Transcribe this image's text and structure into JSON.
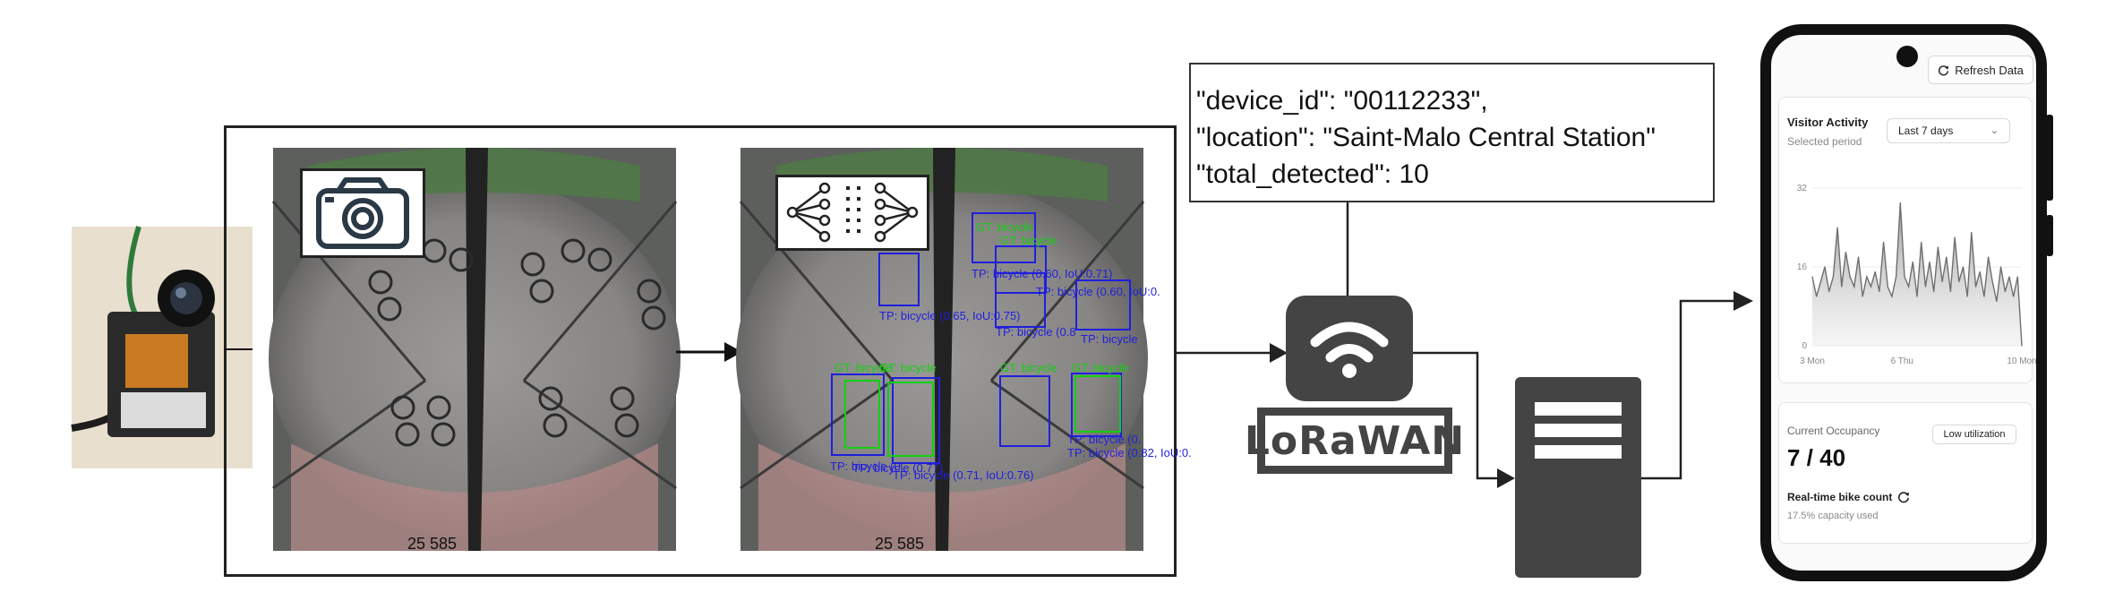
{
  "payload": {
    "lines": [
      "\"device_id\": \"00112233\",",
      "\"location\": \"Saint-Malo Central Station\"",
      "\"total_detected\": 10"
    ]
  },
  "raw_image": {
    "plate_text": "25 585"
  },
  "detection_image": {
    "plate_text": "25 585",
    "gt_labels": [
      "GT: bicycle",
      "GT: bicycle",
      "GT: bicycle",
      "GT: bicycle",
      "GT: bicycle",
      "GT: bicycle"
    ],
    "tp_labels": [
      "TP: bicycle (0.65, IoU:0.75)",
      "TP: bicycle (0.60, IoU:0.71)",
      "TP: bicycle (0.60, IoU:0.",
      "TP: bicycle (0.8",
      "TP: bicycle",
      "TP: bicycle (0.82, IoU:0.",
      "TP: bicycle (0.71, IoU:0.76)",
      "TP: bicycle (0.",
      "TP: bicycle (0.",
      "TP: bicycle (0.77)"
    ]
  },
  "gateway": {
    "label": "LoRaWAN"
  },
  "phone": {
    "refresh_label": "Refresh Data",
    "activity": {
      "title": "Visitor Activity",
      "subtitle": "Selected period",
      "period_value": "Last 7 days"
    },
    "occupancy": {
      "title": "Current Occupancy",
      "value": "7 / 40",
      "badge": "Low utilization",
      "realtime_label": "Real-time bike count",
      "capacity_text": "17.5% capacity used"
    }
  },
  "chart_data": {
    "type": "area",
    "title": "",
    "xlabel": "",
    "ylabel": "",
    "ylim": [
      0,
      32
    ],
    "yticks": [
      "0",
      "16",
      "32"
    ],
    "xticks": [
      {
        "label": "3 Mon",
        "x": 0
      },
      {
        "label": "6 Thu",
        "x": 3
      },
      {
        "label": "10 Mon",
        "x": 7
      }
    ],
    "x": [
      0,
      0.14,
      0.28,
      0.42,
      0.56,
      0.7,
      0.84,
      0.98,
      1.12,
      1.26,
      1.4,
      1.54,
      1.68,
      1.82,
      1.96,
      2.1,
      2.24,
      2.38,
      2.52,
      2.66,
      2.8,
      2.94,
      3.08,
      3.22,
      3.36,
      3.5,
      3.64,
      3.78,
      3.92,
      4.06,
      4.2,
      4.34,
      4.48,
      4.62,
      4.76,
      4.9,
      5.04,
      5.18,
      5.32,
      5.46,
      5.6,
      5.74,
      5.88,
      6.02,
      6.16,
      6.3,
      6.44,
      6.58,
      6.72,
      6.86,
      7.0
    ],
    "values": [
      14,
      10,
      13,
      16,
      11,
      14,
      24,
      12,
      19,
      14,
      12,
      18,
      10,
      14,
      12,
      15,
      11,
      21,
      12,
      10,
      14,
      29,
      14,
      12,
      17,
      10,
      21,
      12,
      17,
      11,
      20,
      13,
      18,
      11,
      22,
      13,
      16,
      10,
      23,
      12,
      15,
      10,
      18,
      13,
      9,
      16,
      11,
      14,
      10,
      14,
      0
    ],
    "color": "#6f6f6f",
    "grid": true
  }
}
